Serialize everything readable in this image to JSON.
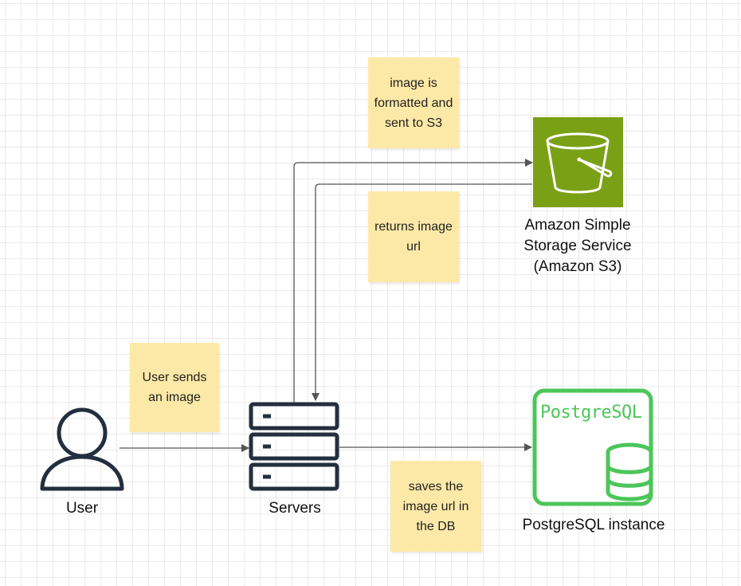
{
  "notes": {
    "formatted": "image is formatted and sent to S3",
    "returns": "returns image url",
    "user_sends": "User sends an image",
    "saves": "saves the image url in the DB"
  },
  "nodes": {
    "user": {
      "label": "User",
      "icon": "user-icon"
    },
    "servers": {
      "label": "Servers",
      "icon": "server-stack-icon"
    },
    "s3": {
      "label_line1": "Amazon Simple",
      "label_line2": "Storage Service",
      "label_line3": "(Amazon S3)",
      "icon": "s3-bucket-icon",
      "color": "#7aa116"
    },
    "postgres": {
      "label": "PostgreSQL instance",
      "icon_text": "PostgreSQL",
      "icon": "database-icon",
      "color": "#4cc65a"
    }
  },
  "colors": {
    "sticky": "#fde9a7",
    "stroke": "#232f3e",
    "connector": "#555555"
  }
}
